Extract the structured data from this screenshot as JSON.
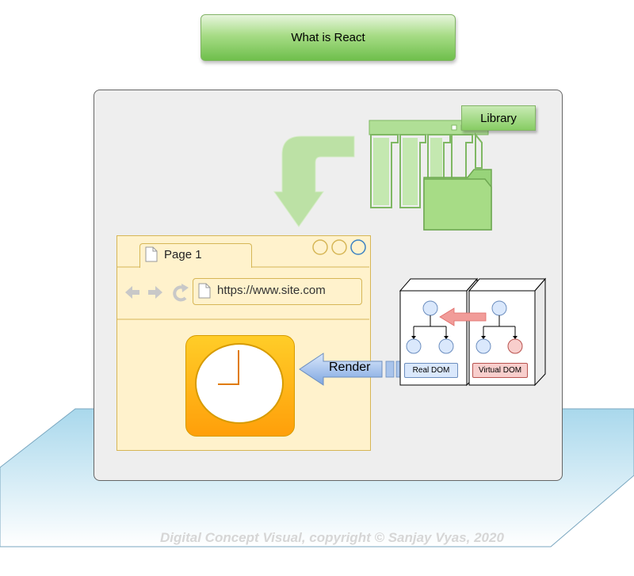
{
  "title": "What is React",
  "library_label": "Library",
  "browser": {
    "tab_label": "Page 1",
    "url": "https://www.site.com"
  },
  "render_label": "Render",
  "dom": {
    "real_label": "Real DOM",
    "virtual_label": "Virtual DOM"
  },
  "footer": {
    "copyright": "Digital Concept Visual, copyright © Sanjay Vyas, 2020"
  },
  "colors": {
    "green_fill": "#a7dc86",
    "green_stroke": "#82b366",
    "yellow_fill": "#fff2cc",
    "yellow_stroke": "#d6b656",
    "blue_fill": "#dae8fc",
    "blue_stroke": "#6c8ebf",
    "red_fill": "#f8cecc",
    "red_stroke": "#b85450",
    "orange": "#ffb000",
    "floor_top": "#bfe4f2"
  }
}
